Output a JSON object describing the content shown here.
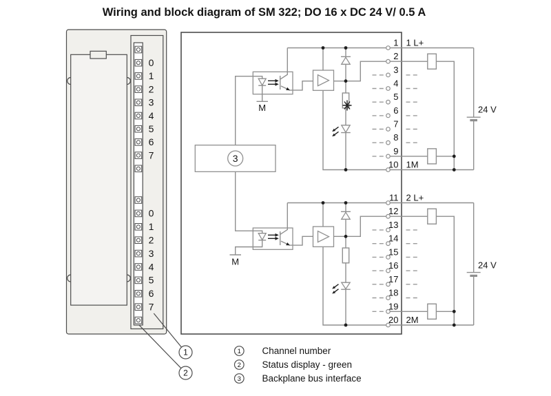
{
  "title": "Wiring and block diagram of SM 322; DO 16 x DC 24 V/ 0.5 A",
  "module": {
    "channels": [
      "0",
      "1",
      "2",
      "3",
      "4",
      "5",
      "6",
      "7"
    ]
  },
  "diagram": {
    "terminals": [
      "1",
      "2",
      "3",
      "4",
      "5",
      "6",
      "7",
      "8",
      "9",
      "10",
      "11",
      "12",
      "13",
      "14",
      "15",
      "16",
      "17",
      "18",
      "19",
      "20"
    ],
    "labels": {
      "group1_plus": "1 L+",
      "group1_minus": "1M",
      "group2_plus": "2 L+",
      "group2_minus": "2M"
    },
    "supply_voltage": "24 V",
    "ground": "M",
    "backplane_ref": "3"
  },
  "callouts": {
    "c1": "1",
    "c2": "2"
  },
  "legend": {
    "items": [
      {
        "ref": "1",
        "label": "Channel number"
      },
      {
        "ref": "2",
        "label": "Status display - green"
      },
      {
        "ref": "3",
        "label": "Backplane bus interface"
      }
    ]
  },
  "colors": {
    "background": "#ffffff",
    "wire": "#8f8f8f",
    "outline": "#4c4c4c",
    "text": "#141414",
    "module_fill": "#f1f0ec",
    "panel_fill": "#f4f3f1"
  }
}
